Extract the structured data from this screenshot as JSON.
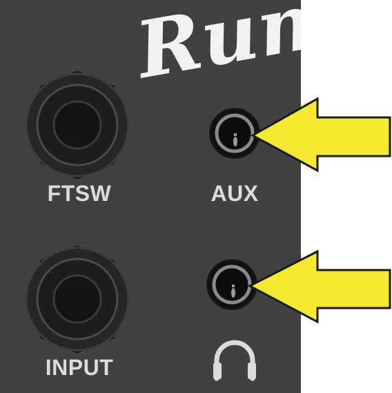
{
  "panel": {
    "brand_text": "Rumble",
    "jacks": {
      "ftsw_label": "FTSW",
      "aux_label": "AUX",
      "input_label": "INPUT"
    }
  },
  "icons": {
    "headphone": "headphones-icon",
    "arrow": "arrow-left-icon"
  },
  "colors": {
    "panel": "#414141",
    "label": "#dcdcdc",
    "arrow": "#f5ea2f",
    "arrow_outline": "#1a1a1a"
  }
}
